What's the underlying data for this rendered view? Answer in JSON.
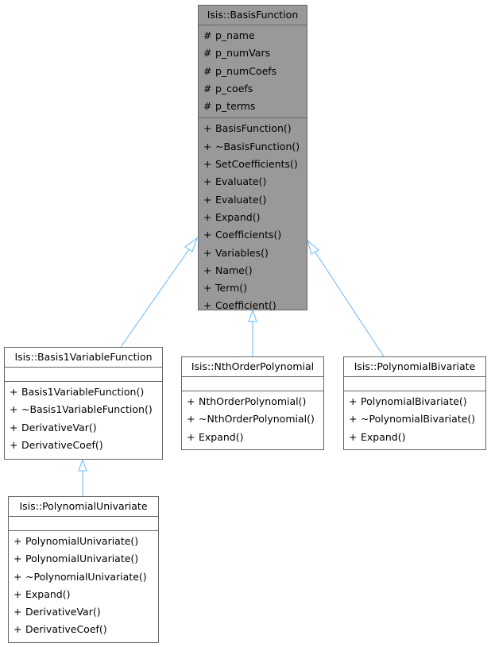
{
  "colors": {
    "edge": "#63b8ff",
    "border": "#666666",
    "base_fill": "#999999",
    "fill": "#ffffff"
  },
  "classes": {
    "basis": {
      "name": "Isis::BasisFunction",
      "attributes": [
        {
          "vis": "#",
          "name": "p_name"
        },
        {
          "vis": "#",
          "name": "p_numVars"
        },
        {
          "vis": "#",
          "name": "p_numCoefs"
        },
        {
          "vis": "#",
          "name": "p_coefs"
        },
        {
          "vis": "#",
          "name": "p_terms"
        }
      ],
      "methods": [
        {
          "vis": "+",
          "name": "BasisFunction()"
        },
        {
          "vis": "+",
          "name": "~BasisFunction()"
        },
        {
          "vis": "+",
          "name": "SetCoefficients()"
        },
        {
          "vis": "+",
          "name": "Evaluate()"
        },
        {
          "vis": "+",
          "name": "Evaluate()"
        },
        {
          "vis": "+",
          "name": "Expand()"
        },
        {
          "vis": "+",
          "name": "Coefficients()"
        },
        {
          "vis": "+",
          "name": "Variables()"
        },
        {
          "vis": "+",
          "name": "Name()"
        },
        {
          "vis": "+",
          "name": "Term()"
        },
        {
          "vis": "+",
          "name": "Coefficient()"
        }
      ]
    },
    "basis1var": {
      "name": "Isis::Basis1VariableFunction",
      "attributes": [],
      "methods": [
        {
          "vis": "+",
          "name": "Basis1VariableFunction()"
        },
        {
          "vis": "+",
          "name": "~Basis1VariableFunction()"
        },
        {
          "vis": "+",
          "name": "DerivativeVar()"
        },
        {
          "vis": "+",
          "name": "DerivativeCoef()"
        }
      ]
    },
    "nth": {
      "name": "Isis::NthOrderPolynomial",
      "attributes": [],
      "methods": [
        {
          "vis": "+",
          "name": "NthOrderPolynomial()"
        },
        {
          "vis": "+",
          "name": "~NthOrderPolynomial()"
        },
        {
          "vis": "+",
          "name": "Expand()"
        }
      ]
    },
    "bivariate": {
      "name": "Isis::PolynomialBivariate",
      "attributes": [],
      "methods": [
        {
          "vis": "+",
          "name": "PolynomialBivariate()"
        },
        {
          "vis": "+",
          "name": "~PolynomialBivariate()"
        },
        {
          "vis": "+",
          "name": "Expand()"
        }
      ]
    },
    "univariate": {
      "name": "Isis::PolynomialUnivariate",
      "attributes": [],
      "methods": [
        {
          "vis": "+",
          "name": "PolynomialUnivariate()"
        },
        {
          "vis": "+",
          "name": "PolynomialUnivariate()"
        },
        {
          "vis": "+",
          "name": "~PolynomialUnivariate()"
        },
        {
          "vis": "+",
          "name": "Expand()"
        },
        {
          "vis": "+",
          "name": "DerivativeVar()"
        },
        {
          "vis": "+",
          "name": "DerivativeCoef()"
        }
      ]
    }
  },
  "inheritance": [
    {
      "child": "basis1var",
      "parent": "basis"
    },
    {
      "child": "nth",
      "parent": "basis"
    },
    {
      "child": "bivariate",
      "parent": "basis"
    },
    {
      "child": "univariate",
      "parent": "basis1var"
    }
  ]
}
